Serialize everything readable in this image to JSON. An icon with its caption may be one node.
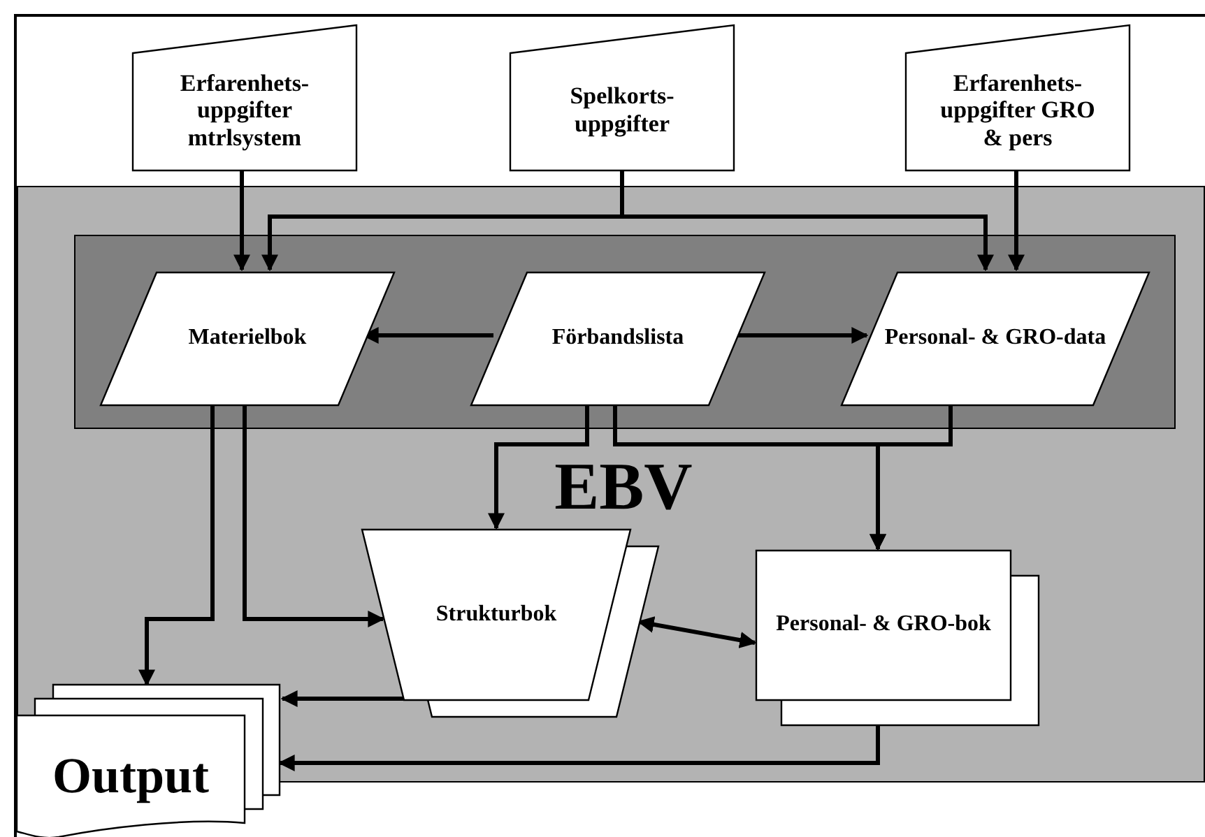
{
  "diagram": {
    "nodes": [
      {
        "text": [
          "EBV"
        ]
      },
      {
        "text": [],
        "shape": "box",
        "in": 0
      },
      {
        "text": [
          "Erfarenhets- uppgifter mtrlsystem"
        ]
      },
      {
        "text": [
          "Spelkorts- uppgifter"
        ]
      },
      {
        "text": [
          "Erfarenhets- uppgifter GRO & pers"
        ]
      },
      {
        "text": [
          "Materielbok"
        ],
        "in": 1
      },
      {
        "text": [
          "Förbandslista"
        ],
        "in": 1
      },
      {
        "text": [
          "Personal- & GRO-data"
        ],
        "in": 1
      },
      {
        "text": [
          "Strukturbok"
        ],
        "in": 0
      },
      {
        "text": [
          "Personal- & GRO-bok"
        ],
        "in": 0
      },
      {
        "text": [
          "Output"
        ]
      }
    ],
    "edges": [
      {
        "from": 2,
        "to": 5,
        "arrow": "to"
      },
      {
        "from": 3,
        "to": 5,
        "arrow": "to"
      },
      {
        "from": 3,
        "to": 7,
        "arrow": "to"
      },
      {
        "from": 4,
        "to": 7,
        "arrow": "to"
      },
      {
        "from": 6,
        "to": 5,
        "arrow": "to"
      },
      {
        "from": 6,
        "to": 7,
        "arrow": "to"
      },
      {
        "from": 6,
        "to": 8,
        "arrow": "to"
      },
      {
        "from": 6,
        "to": 9,
        "arrow": "to"
      },
      {
        "from": 7,
        "to": 9,
        "arrow": "to"
      },
      {
        "from": 5,
        "to": 10,
        "arrow": "to"
      },
      {
        "from": 5,
        "to": 8,
        "arrow": "to"
      },
      {
        "from": 8,
        "to": 9,
        "arrow": "both"
      },
      {
        "from": 8,
        "to": 10,
        "arrow": "to"
      },
      {
        "from": 9,
        "to": 10,
        "arrow": "to"
      }
    ]
  }
}
